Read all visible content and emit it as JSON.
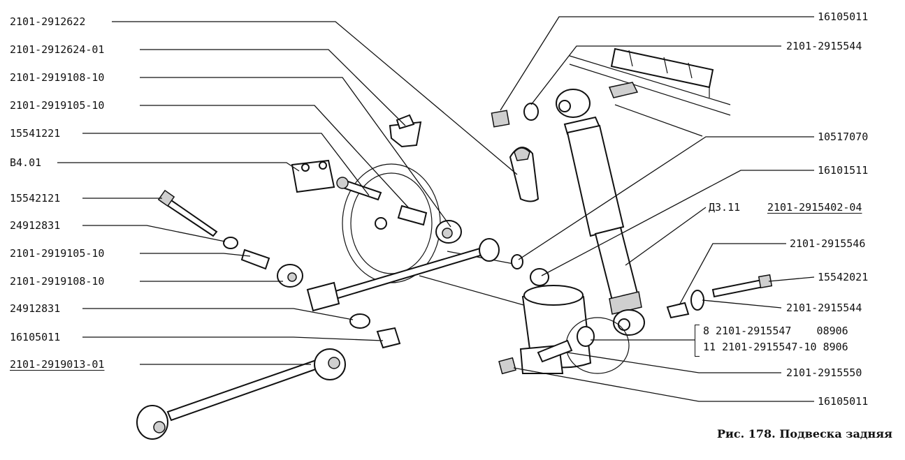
{
  "labels_left": [
    {
      "id": "l1",
      "text": "2101-2912622"
    },
    {
      "id": "l2",
      "text": "2101-2912624-01"
    },
    {
      "id": "l3",
      "text": "2101-2919108-10"
    },
    {
      "id": "l4",
      "text": "2101-2919105-10"
    },
    {
      "id": "l5",
      "text": "15541221"
    },
    {
      "id": "l6",
      "text": "B4.01"
    },
    {
      "id": "l7",
      "text": "15542121"
    },
    {
      "id": "l8",
      "text": "24912831"
    },
    {
      "id": "l9",
      "text": "2101-2919105-10"
    },
    {
      "id": "l10",
      "text": "2101-2919108-10"
    },
    {
      "id": "l11",
      "text": "24912831"
    },
    {
      "id": "l12",
      "text": "16105011"
    },
    {
      "id": "l13",
      "text": "2101-2919013-01"
    }
  ],
  "labels_right": [
    {
      "id": "r1",
      "text": "16105011"
    },
    {
      "id": "r2",
      "text": "2101-2915544"
    },
    {
      "id": "r3",
      "text": "10517070"
    },
    {
      "id": "r4",
      "text": "16101511"
    },
    {
      "id": "r5a",
      "text": "Д3.11"
    },
    {
      "id": "r5b",
      "text": "2101-2915402-04"
    },
    {
      "id": "r6",
      "text": "2101-2915546"
    },
    {
      "id": "r7",
      "text": "15542021"
    },
    {
      "id": "r8",
      "text": "2101-2915544"
    },
    {
      "id": "r9",
      "text": "8 2101-2915547    08906"
    },
    {
      "id": "r10",
      "text": "11 2101-2915547-10 8906"
    },
    {
      "id": "r11",
      "text": "2101-2915550"
    },
    {
      "id": "r12",
      "text": "16105011"
    }
  ],
  "caption": "Рис. 178. Подвеска задняя"
}
